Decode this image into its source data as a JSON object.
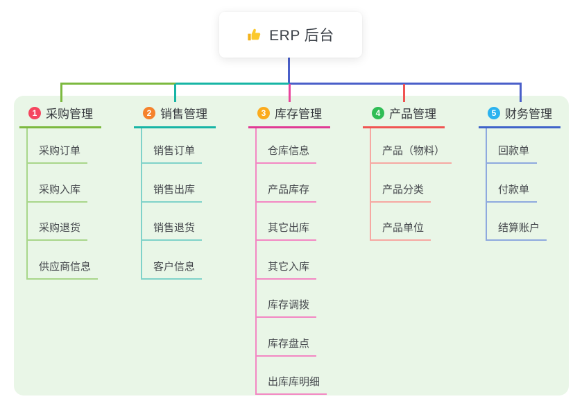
{
  "root": {
    "title": "ERP 后台",
    "icon": "thumbs-up-icon"
  },
  "panel": {
    "background": "#e9f6e7"
  },
  "connectors": {
    "trunk_color": "#4a5fc9",
    "segment_colors": [
      "#7cb93f",
      "#17b5a5",
      "#4a5fc9"
    ]
  },
  "branches": [
    {
      "badge": "1",
      "label": "采购管理",
      "badge_color": "#f5465f",
      "line_color": "#7cb93f",
      "child_line_color": "#a8d68a",
      "drop_color": "#7cb93f",
      "children": [
        "采购订单",
        "采购入库",
        "采购退货",
        "供应商信息"
      ]
    },
    {
      "badge": "2",
      "label": "销售管理",
      "badge_color": "#f5822c",
      "line_color": "#17b5a5",
      "child_line_color": "#7fd2c9",
      "drop_color": "#17b5a5",
      "children": [
        "销售订单",
        "销售出库",
        "销售退货",
        "客户信息"
      ]
    },
    {
      "badge": "3",
      "label": "库存管理",
      "badge_color": "#fbab1d",
      "line_color": "#e03a94",
      "child_line_color": "#f387c3",
      "drop_color": "#e8449c",
      "children": [
        "仓库信息",
        "产品库存",
        "其它出库",
        "其它入库",
        "库存调拨",
        "库存盘点",
        "出库库明细"
      ]
    },
    {
      "badge": "4",
      "label": "产品管理",
      "badge_color": "#2fbd55",
      "line_color": "#f05452",
      "child_line_color": "#f6a8a2",
      "drop_color": "#f05452",
      "children": [
        "产品（物料）",
        "产品分类",
        "产品单位"
      ]
    },
    {
      "badge": "5",
      "label": "财务管理",
      "badge_color": "#2bb2ef",
      "line_color": "#3f63c9",
      "child_line_color": "#8ea9de",
      "drop_color": "#4a5fc9",
      "children": [
        "回款单",
        "付款单",
        "结算账户"
      ]
    }
  ]
}
